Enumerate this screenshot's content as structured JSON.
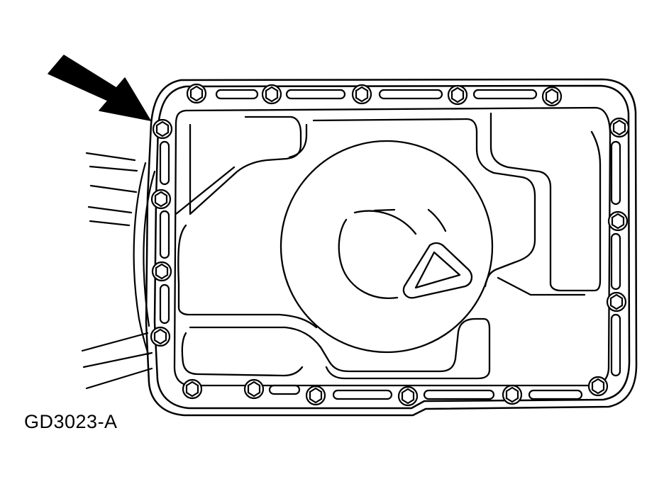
{
  "figure": {
    "code": "GD3023-A"
  },
  "illustration": {
    "subject": "oil pan",
    "callout": "arrow-pointing-to-corner-bolt"
  },
  "colors": {
    "line": "#000000",
    "background": "#ffffff"
  }
}
